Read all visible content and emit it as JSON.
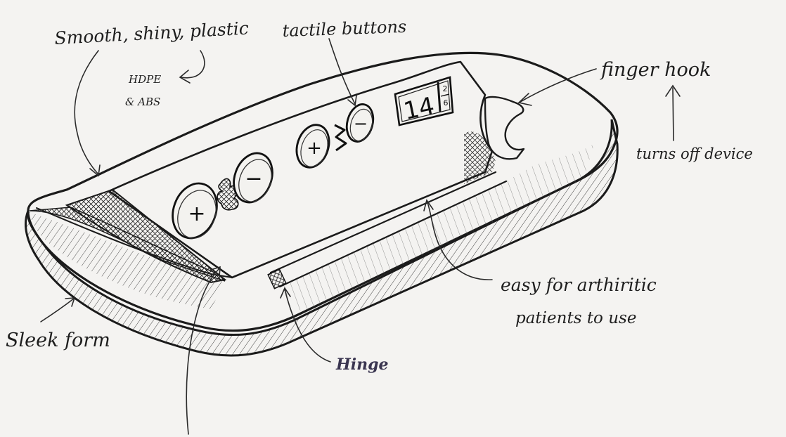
{
  "annotations": {
    "material": "Smooth, shiny, plastic",
    "material_options": [
      "HDPE",
      "& ABS"
    ],
    "buttons": "tactile buttons",
    "finger_hook": "finger hook",
    "turns_off": "turns off device",
    "arthritic": [
      "easy for arthiritic",
      "patients to use"
    ],
    "hinge": "Hinge",
    "sleek": "Sleek form"
  },
  "device": {
    "display_big": "14",
    "display_fraction_top": "2",
    "display_fraction_bottom": "6",
    "button_plus": "+",
    "button_minus": "−"
  },
  "colors": {
    "ink": "#1b1b1b",
    "paper": "#f4f3f1",
    "hinge_label": "#3a3550"
  }
}
